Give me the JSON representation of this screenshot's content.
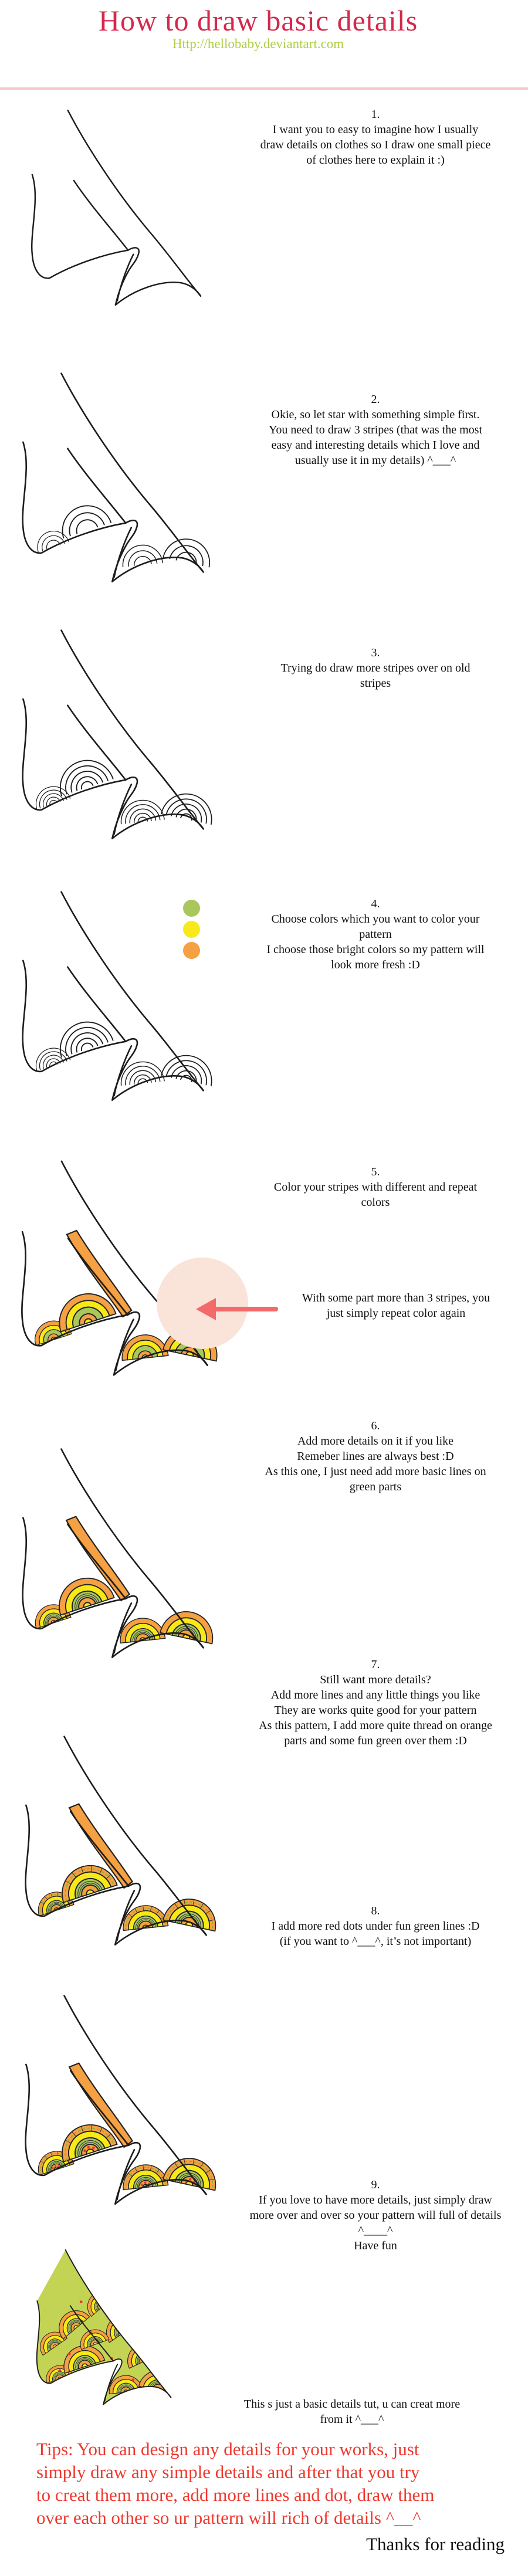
{
  "page": {
    "title": "How to draw basic details",
    "url": "Http://hellobaby.deviantart.com",
    "title_color": "#d4294c",
    "url_color": "#afce44",
    "divider_color": "#f8c8c6"
  },
  "palette": {
    "green": "#a9c75c",
    "green_dark": "#8aae3c",
    "yellow": "#f7e818",
    "orange": "#f5a042",
    "red_dot": "#e03c31",
    "outline": "#1c1c1c",
    "dense_fill": "#c3d455",
    "highlight_circle": "#fae3d9",
    "arrow": "#f4696a",
    "tips_color": "#ee392f"
  },
  "swatches": [
    {
      "name": "green",
      "color": "#a9c75c"
    },
    {
      "name": "yellow",
      "color": "#f8ea1a"
    },
    {
      "name": "orange",
      "color": "#f5a042"
    }
  ],
  "steps": [
    {
      "num": "1.",
      "lines": [
        "I want you to easy to imagine how I usually",
        "draw details on clothes so I draw one small piece",
        "of clothes here to explain it :)"
      ],
      "drawing": {
        "mode": "outline"
      }
    },
    {
      "num": "2.",
      "lines": [
        "Okie, so let star with something simple first.",
        "You need to draw 3 stripes (that was the most",
        "easy and interesting details which I love and",
        "usually use it in my details) ^___^"
      ],
      "drawing": {
        "mode": "stripes",
        "stripe_count": 3
      }
    },
    {
      "num": "3.",
      "lines": [
        "Trying do draw more stripes over on old",
        "stripes"
      ],
      "drawing": {
        "mode": "stripes",
        "stripe_count": 5
      }
    },
    {
      "num": "4.",
      "lines": [
        "Choose colors which you want to color your",
        "pattern",
        "I choose those bright colors so my pattern will",
        "look more fresh :D"
      ],
      "drawing": {
        "mode": "stripes",
        "stripe_count": 5
      }
    },
    {
      "num": "5.",
      "lines": [
        "Color your stripes with different and repeat",
        "colors"
      ],
      "drawing": {
        "mode": "color"
      }
    },
    {
      "num": "6.",
      "lines": [
        "Add more details on it if you like",
        "Remeber lines are always best :D",
        "As this one, I just need add more basic lines on",
        "green parts"
      ],
      "drawing": {
        "mode": "color",
        "green_lines": true
      }
    },
    {
      "num": "7.",
      "lines": [
        "Still want more details?",
        "Add more lines and any little things you like",
        "They are works quite good for your pattern",
        "As this pattern, I add more quite thread on orange",
        "parts and some fun green over them :D"
      ],
      "drawing": {
        "mode": "color",
        "green_lines": true,
        "threads": true
      }
    },
    {
      "num": "8.",
      "lines": [
        "I add more red dots under fun green lines :D",
        "(if you want to ^___^, it’s not important)"
      ],
      "drawing": {
        "mode": "color",
        "green_lines": true,
        "threads": true,
        "red_dots": true
      }
    },
    {
      "num": "9.",
      "lines": [
        "If you love to have more details, just simply draw",
        "more over and over so your pattern will full of details",
        "^____^",
        "Have fun"
      ],
      "drawing": {
        "mode": "dense"
      }
    }
  ],
  "annotation": {
    "lines": [
      "With some part more than 3 stripes, you",
      "just simply repeat color again"
    ]
  },
  "footer_note": {
    "lines": [
      "This s just a basic details tut, u can creat more",
      "from it ^___^"
    ]
  },
  "tips": {
    "lines": [
      "Tips: You can design any details for your works, just",
      "simply draw any simple details and after that you try",
      "to creat them more, add more lines and dot, draw them",
      "over each other so ur pattern will rich of details ^__^"
    ]
  },
  "thanks": "Thanks for reading"
}
